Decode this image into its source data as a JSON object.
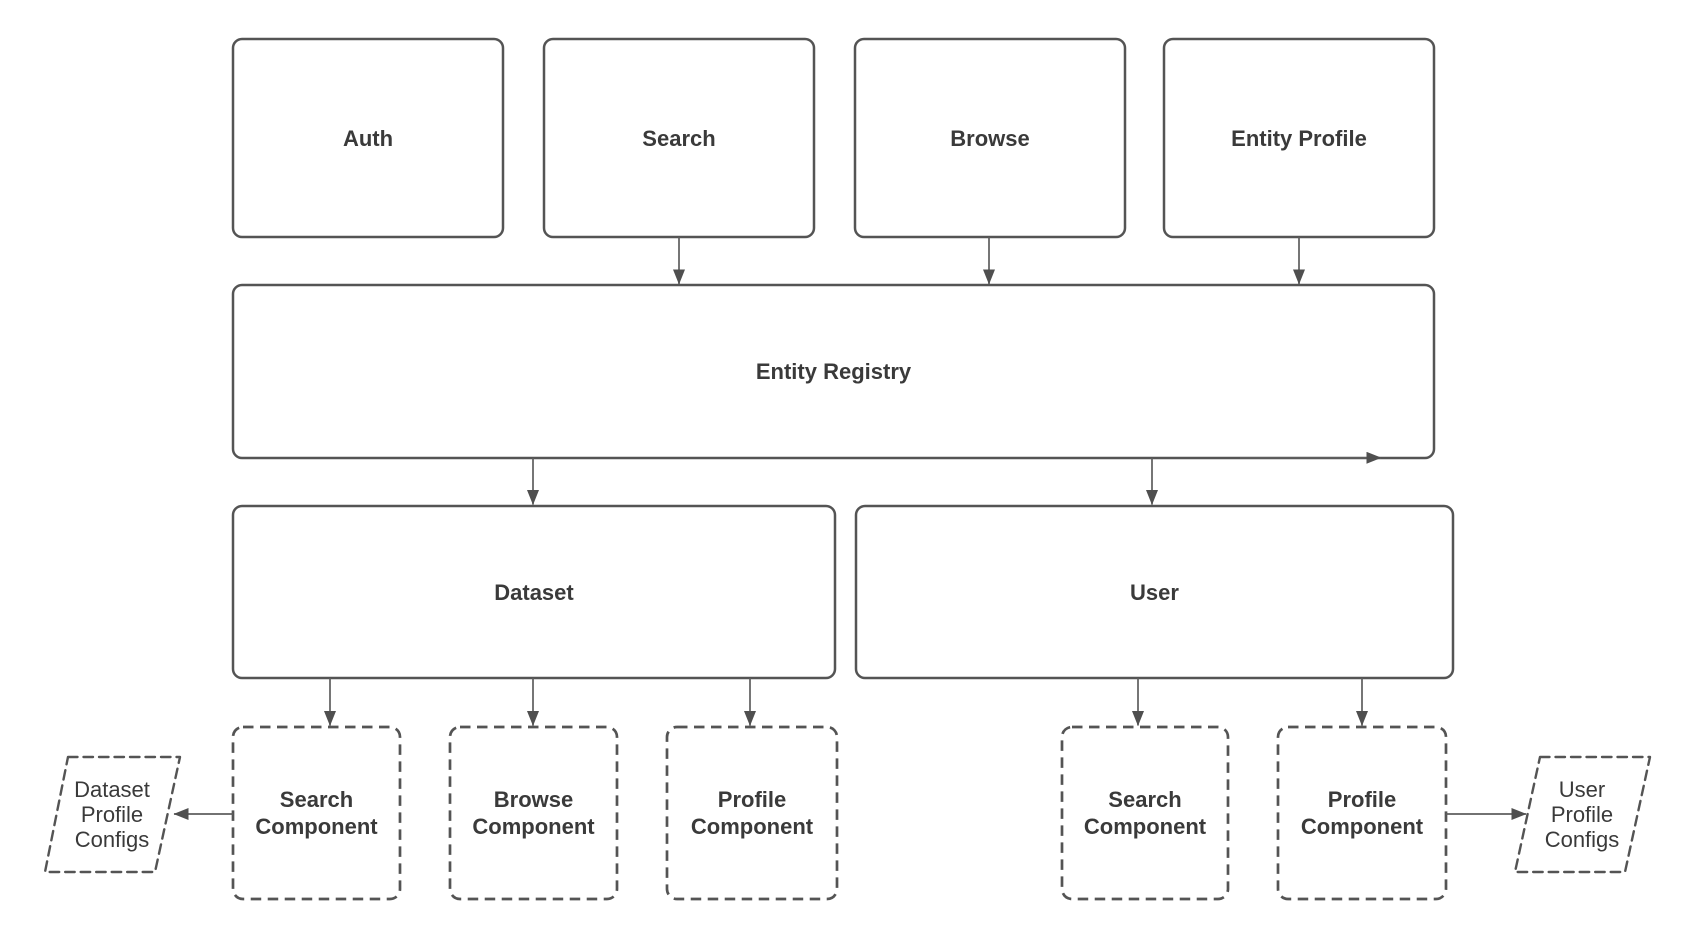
{
  "diagram": {
    "nodes": {
      "auth": {
        "label": "Auth"
      },
      "search": {
        "label": "Search"
      },
      "browse": {
        "label": "Browse"
      },
      "entity_profile": {
        "label": "Entity Profile"
      },
      "entity_registry": {
        "label": "Entity Registry"
      },
      "dataset": {
        "label": "Dataset"
      },
      "user": {
        "label": "User"
      },
      "dataset_search_component": {
        "label": "Search Component"
      },
      "dataset_browse_component": {
        "label": "Browse Component"
      },
      "dataset_profile_component": {
        "label": "Profile Component"
      },
      "user_search_component": {
        "label": "Search Component"
      },
      "user_profile_component": {
        "label": "Profile Component"
      },
      "dataset_profile_configs": {
        "lines": [
          "Dataset",
          "Profile",
          "Configs"
        ]
      },
      "user_profile_configs": {
        "lines": [
          "User",
          "Profile",
          "Configs"
        ]
      }
    },
    "edges": [
      {
        "from": "search",
        "to": "entity_registry"
      },
      {
        "from": "browse",
        "to": "entity_registry"
      },
      {
        "from": "entity_profile",
        "to": "entity_registry"
      },
      {
        "from": "entity_registry",
        "to": "dataset"
      },
      {
        "from": "entity_registry",
        "to": "user"
      },
      {
        "from": "dataset",
        "to": "dataset_search_component"
      },
      {
        "from": "dataset",
        "to": "dataset_browse_component"
      },
      {
        "from": "dataset",
        "to": "dataset_profile_component"
      },
      {
        "from": "user",
        "to": "user_search_component"
      },
      {
        "from": "user",
        "to": "user_profile_component"
      },
      {
        "from": "dataset_search_component",
        "to": "dataset_profile_configs"
      },
      {
        "from": "user_profile_component",
        "to": "user_profile_configs"
      }
    ],
    "colors": {
      "stroke": "#545454",
      "text": "#3a3a3a",
      "connector": "#5e5e5e",
      "arrowhead": "#4f4f4f",
      "background": "#ffffff"
    }
  }
}
